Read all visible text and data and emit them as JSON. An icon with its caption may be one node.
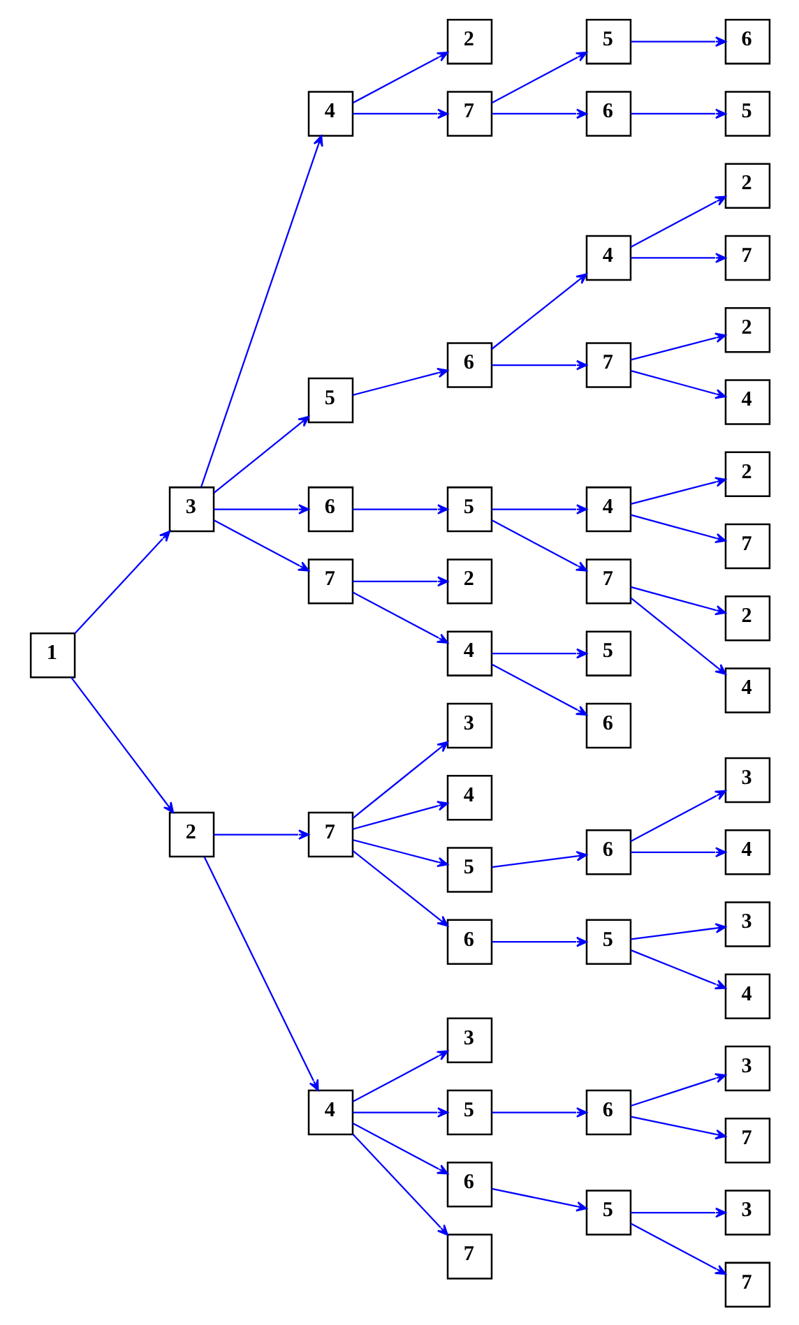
{
  "diagram": {
    "nodes": [
      {
        "text": [
          "1"
        ]
      },
      {
        "text": [
          "3"
        ]
      },
      {
        "text": [
          "4"
        ]
      },
      {
        "text": [
          "2"
        ]
      },
      {
        "text": [
          "7"
        ]
      },
      {
        "text": [
          "5"
        ]
      },
      {
        "text": [
          "6"
        ]
      },
      {
        "text": [
          "6"
        ]
      },
      {
        "text": [
          "5"
        ]
      },
      {
        "text": [
          "5"
        ]
      },
      {
        "text": [
          "6"
        ]
      },
      {
        "text": [
          "4"
        ]
      },
      {
        "text": [
          "2"
        ]
      },
      {
        "text": [
          "7"
        ]
      },
      {
        "text": [
          "7"
        ]
      },
      {
        "text": [
          "2"
        ]
      },
      {
        "text": [
          "4"
        ]
      },
      {
        "text": [
          "6"
        ]
      },
      {
        "text": [
          "5"
        ]
      },
      {
        "text": [
          "4"
        ]
      },
      {
        "text": [
          "2"
        ]
      },
      {
        "text": [
          "7"
        ]
      },
      {
        "text": [
          "7"
        ]
      },
      {
        "text": [
          "2"
        ]
      },
      {
        "text": [
          "4"
        ]
      },
      {
        "text": [
          "7"
        ]
      },
      {
        "text": [
          "2"
        ]
      },
      {
        "text": [
          "4"
        ]
      },
      {
        "text": [
          "5"
        ]
      },
      {
        "text": [
          "6"
        ]
      },
      {
        "text": [
          "2"
        ]
      },
      {
        "text": [
          "7"
        ]
      },
      {
        "text": [
          "3"
        ]
      },
      {
        "text": [
          "4"
        ]
      },
      {
        "text": [
          "5"
        ]
      },
      {
        "text": [
          "6"
        ]
      },
      {
        "text": [
          "3"
        ]
      },
      {
        "text": [
          "4"
        ]
      },
      {
        "text": [
          "6"
        ]
      },
      {
        "text": [
          "5"
        ]
      },
      {
        "text": [
          "3"
        ]
      },
      {
        "text": [
          "4"
        ]
      },
      {
        "text": [
          "4"
        ]
      },
      {
        "text": [
          "3"
        ]
      },
      {
        "text": [
          "5"
        ]
      },
      {
        "text": [
          "6"
        ]
      },
      {
        "text": [
          "3"
        ]
      },
      {
        "text": [
          "7"
        ]
      },
      {
        "text": [
          "6"
        ]
      },
      {
        "text": [
          "5"
        ]
      },
      {
        "text": [
          "3"
        ]
      },
      {
        "text": [
          "7"
        ]
      },
      {
        "text": [
          "7"
        ]
      }
    ],
    "edges": [
      {
        "from": 0,
        "to": 1,
        "arrow": "to"
      },
      {
        "from": 1,
        "to": 2,
        "arrow": "to"
      },
      {
        "from": 2,
        "to": 3,
        "arrow": "to"
      },
      {
        "from": 2,
        "to": 4,
        "arrow": "to"
      },
      {
        "from": 4,
        "to": 5,
        "arrow": "to"
      },
      {
        "from": 5,
        "to": 6,
        "arrow": "to"
      },
      {
        "from": 4,
        "to": 7,
        "arrow": "to"
      },
      {
        "from": 7,
        "to": 8,
        "arrow": "to"
      },
      {
        "from": 1,
        "to": 9,
        "arrow": "to"
      },
      {
        "from": 9,
        "to": 10,
        "arrow": "to"
      },
      {
        "from": 10,
        "to": 11,
        "arrow": "to"
      },
      {
        "from": 11,
        "to": 12,
        "arrow": "to"
      },
      {
        "from": 11,
        "to": 13,
        "arrow": "to"
      },
      {
        "from": 10,
        "to": 14,
        "arrow": "to"
      },
      {
        "from": 14,
        "to": 15,
        "arrow": "to"
      },
      {
        "from": 14,
        "to": 16,
        "arrow": "to"
      },
      {
        "from": 1,
        "to": 17,
        "arrow": "to"
      },
      {
        "from": 17,
        "to": 18,
        "arrow": "to"
      },
      {
        "from": 18,
        "to": 19,
        "arrow": "to"
      },
      {
        "from": 19,
        "to": 20,
        "arrow": "to"
      },
      {
        "from": 19,
        "to": 21,
        "arrow": "to"
      },
      {
        "from": 18,
        "to": 22,
        "arrow": "to"
      },
      {
        "from": 22,
        "to": 23,
        "arrow": "to"
      },
      {
        "from": 22,
        "to": 24,
        "arrow": "to"
      },
      {
        "from": 1,
        "to": 25,
        "arrow": "to"
      },
      {
        "from": 25,
        "to": 26,
        "arrow": "to"
      },
      {
        "from": 25,
        "to": 27,
        "arrow": "to"
      },
      {
        "from": 27,
        "to": 28,
        "arrow": "to"
      },
      {
        "from": 27,
        "to": 29,
        "arrow": "to"
      },
      {
        "from": 0,
        "to": 30,
        "arrow": "to"
      },
      {
        "from": 30,
        "to": 31,
        "arrow": "to"
      },
      {
        "from": 31,
        "to": 32,
        "arrow": "to"
      },
      {
        "from": 31,
        "to": 33,
        "arrow": "to"
      },
      {
        "from": 31,
        "to": 34,
        "arrow": "to"
      },
      {
        "from": 34,
        "to": 35,
        "arrow": "to"
      },
      {
        "from": 35,
        "to": 36,
        "arrow": "to"
      },
      {
        "from": 35,
        "to": 37,
        "arrow": "to"
      },
      {
        "from": 31,
        "to": 38,
        "arrow": "to"
      },
      {
        "from": 38,
        "to": 39,
        "arrow": "to"
      },
      {
        "from": 39,
        "to": 40,
        "arrow": "to"
      },
      {
        "from": 39,
        "to": 41,
        "arrow": "to"
      },
      {
        "from": 30,
        "to": 42,
        "arrow": "to"
      },
      {
        "from": 42,
        "to": 43,
        "arrow": "to"
      },
      {
        "from": 42,
        "to": 44,
        "arrow": "to"
      },
      {
        "from": 44,
        "to": 45,
        "arrow": "to"
      },
      {
        "from": 45,
        "to": 46,
        "arrow": "to"
      },
      {
        "from": 45,
        "to": 47,
        "arrow": "to"
      },
      {
        "from": 42,
        "to": 48,
        "arrow": "to"
      },
      {
        "from": 48,
        "to": 49,
        "arrow": "to"
      },
      {
        "from": 49,
        "to": 50,
        "arrow": "to"
      },
      {
        "from": 49,
        "to": 51,
        "arrow": "to"
      },
      {
        "from": 42,
        "to": 52,
        "arrow": "to"
      }
    ]
  }
}
